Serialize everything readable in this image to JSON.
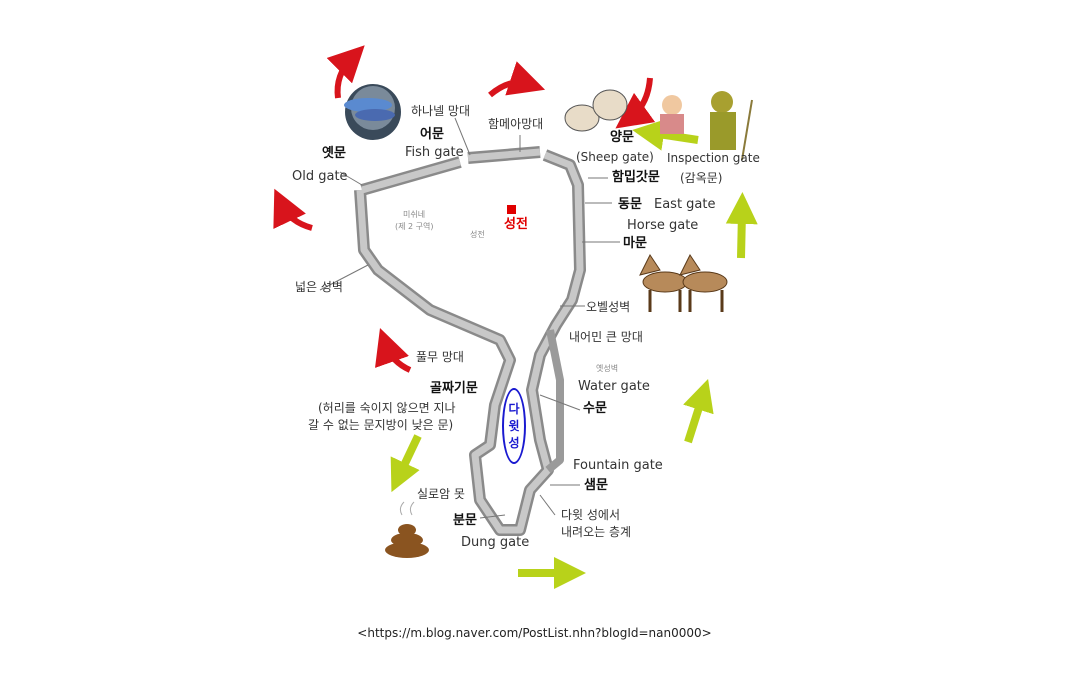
{
  "gates": {
    "old_gate_kr": "옛문",
    "old_gate_en": "Old gate",
    "fish_gate_kr": "어문",
    "fish_gate_en": "Fish gate",
    "sheep_gate_kr": "양문",
    "sheep_gate_en": "(Sheep gate)",
    "inspection_gate_kr": "함밉갓문",
    "inspection_gate_alt": "(감옥문)",
    "inspection_gate_en": "Inspection gate",
    "east_gate_kr": "동문",
    "east_gate_en": "East gate",
    "horse_gate_kr": "마문",
    "horse_gate_en": "Horse gate",
    "water_gate_kr": "수문",
    "water_gate_en": "Water gate",
    "fountain_gate_kr": "샘문",
    "fountain_gate_en": "Fountain gate",
    "dung_gate_kr": "분문",
    "dung_gate_en": "Dung gate",
    "valley_gate_kr": "골짜기문",
    "valley_gate_note_1": "(허리를 숙이지 않으면 지나",
    "valley_gate_note_2": "갈 수 없는 문지방이 낮은 문)"
  },
  "landmarks": {
    "hananel_tower": "하나넬 망대",
    "hammeah_tower": "함메아망대",
    "broad_wall": "넓은 성벽",
    "mishneh": "미쉬네",
    "mishneh_sub": "(제 2 구역)",
    "temple_small": "성전",
    "temple": "성전",
    "ophel_wall": "오벨성벽",
    "great_tower": "내어민 큰 망대",
    "old_wall": "옛성벽",
    "furnace_tower": "풀무 망대",
    "pool_siloam": "실로암 못",
    "city_of_david": [
      "다",
      "윗",
      "성"
    ],
    "stairs_1": "다윗 성에서",
    "stairs_2": "내려오는 층계"
  },
  "source": "<https://m.blog.naver.com/PostList.nhn?blogId=nan0000>",
  "colors": {
    "red_arrow": "#d8141c",
    "green_arrow": "#b8d21a",
    "wall": "#9a9a9a",
    "temple": "#e00000",
    "david": "#1a1ad0"
  },
  "icons": [
    "fish-bowl-icon",
    "sheep-icon",
    "guards-icon",
    "horses-icon",
    "dung-icon"
  ]
}
